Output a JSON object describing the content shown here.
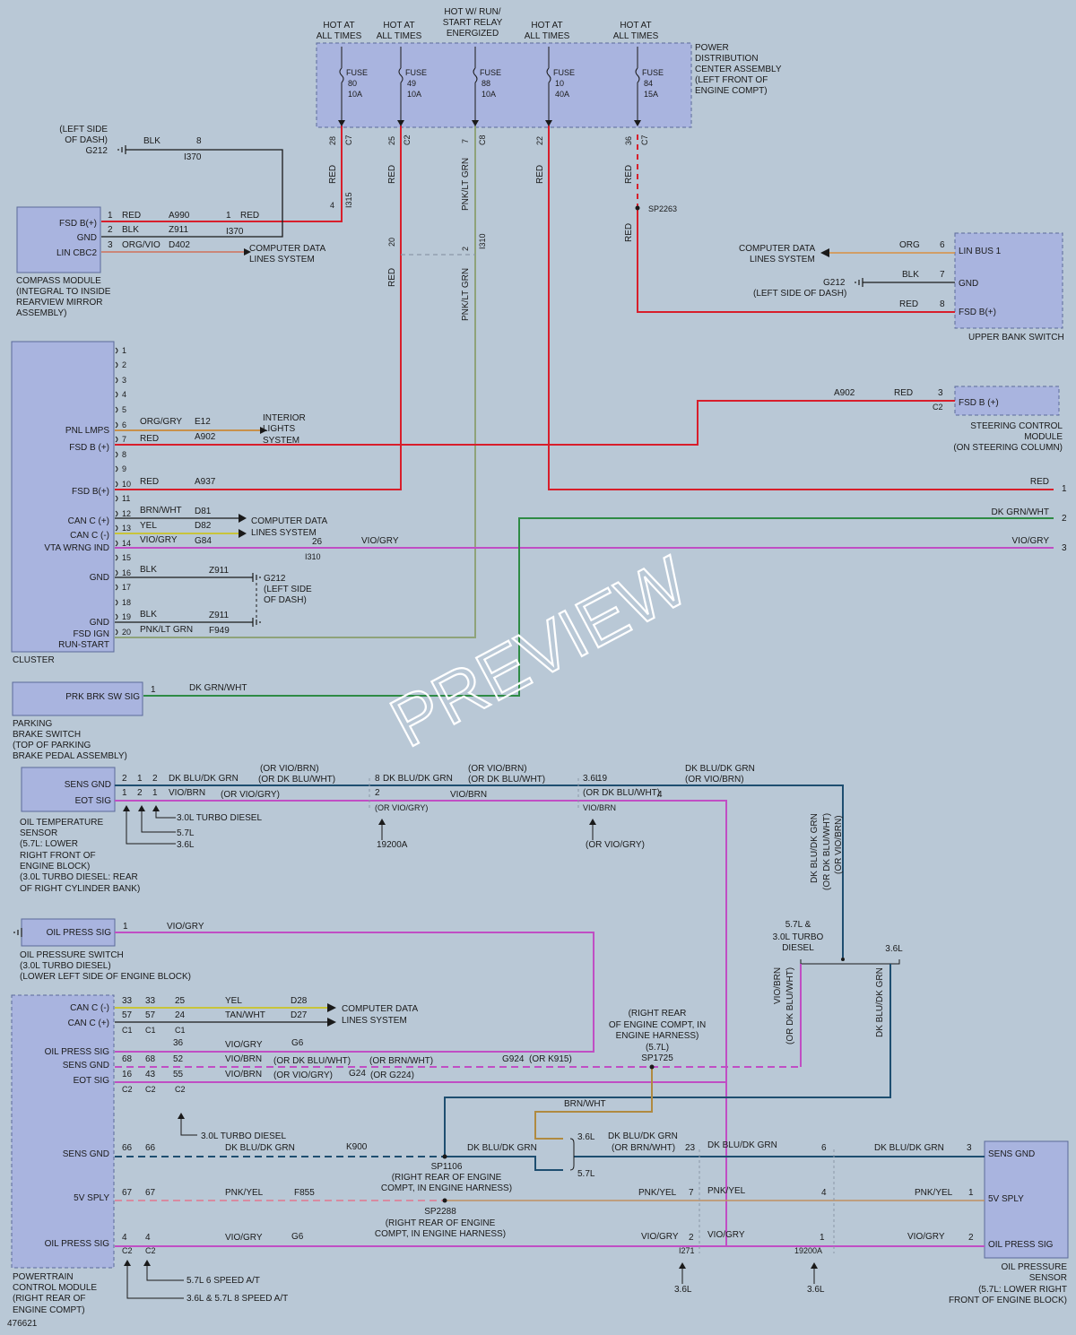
{
  "pdc": {
    "tops": [
      "HOT AT",
      "ALL TIMES",
      "HOT AT",
      "ALL TIMES",
      "HOT W/ RUN/",
      "START RELAY",
      "ENERGIZED",
      "HOT AT",
      "ALL TIMES",
      "HOT AT",
      "ALL TIMES"
    ],
    "fuses": [
      {
        "name": "FUSE",
        "num": "80",
        "amp": "10A"
      },
      {
        "name": "FUSE",
        "num": "49",
        "amp": "10A"
      },
      {
        "name": "FUSE",
        "num": "88",
        "amp": "10A"
      },
      {
        "name": "FUSE",
        "num": "10",
        "amp": "40A"
      },
      {
        "name": "FUSE",
        "num": "84",
        "amp": "15A"
      }
    ],
    "desc": [
      "POWER",
      "DISTRIBUTION",
      "CENTER ASSEMBLY",
      "(LEFT FRONT OF",
      "ENGINE COMPT)"
    ],
    "pins": [
      "28",
      "C7",
      "25",
      "C2",
      "7",
      "C8",
      "22",
      "36",
      "C7"
    ]
  },
  "compass": {
    "pins": [
      "FSD B(+)",
      "GND",
      "LIN CBC2"
    ],
    "desc": [
      "COMPASS MODULE",
      "(INTEGRAL TO INSIDE",
      "REARVIEW MIRROR",
      "ASSEMBLY)"
    ],
    "ground": [
      "(LEFT SIDE",
      "OF DASH)",
      "G212"
    ],
    "wires": [
      "BLK",
      "8",
      "I370",
      "1",
      "RED",
      "A990",
      "1",
      "RED",
      "I370",
      "2",
      "BLK",
      "Z911",
      "3",
      "ORG/VIO",
      "D402",
      "COMPUTER DATA",
      "LINES SYSTEM",
      "4",
      "I315"
    ]
  },
  "verticals": [
    "RED",
    "RED",
    "PNK/LT GRN",
    "RED",
    "RED",
    "RED",
    "SP2263",
    "20",
    "2",
    "I310",
    "RED",
    "PNK/LT GRN"
  ],
  "upper_bank": {
    "pins": [
      "LIN BUS 1",
      "GND",
      "FSD B(+)"
    ],
    "name": "UPPER BANK SWITCH",
    "wires": [
      "COMPUTER DATA",
      "LINES SYSTEM",
      "ORG",
      "6",
      "BLK",
      "7",
      "G212",
      "(LEFT SIDE OF DASH)",
      "RED",
      "8"
    ]
  },
  "steering": {
    "pin": "FSD B (+)",
    "desc": [
      "STEERING CONTROL",
      "MODULE",
      "(ON STEERING COLUMN)"
    ],
    "wires": [
      "A902",
      "RED",
      "3",
      "C2"
    ]
  },
  "cluster": {
    "name": "CLUSTER",
    "numbers": [
      "1",
      "2",
      "3",
      "4",
      "5",
      "6",
      "7",
      "8",
      "9",
      "10",
      "11",
      "12",
      "13",
      "14",
      "15",
      "16",
      "17",
      "18",
      "19",
      "20"
    ],
    "labels": [
      "PNL LMPS",
      "FSD B (+)",
      "FSD B(+)",
      "CAN C (+)",
      "CAN C (-)",
      "VTA WRNG IND",
      "GND",
      "GND",
      "FSD IGN",
      "RUN-START"
    ],
    "wires": [
      "ORG/GRY",
      "E12",
      "RED",
      "A902",
      "INTERIOR",
      "LIGHTS",
      "SYSTEM",
      "RED",
      "A937",
      "BRN/WHT",
      "D81",
      "YEL",
      "D82",
      "VIO/GRY",
      "G84",
      "COMPUTER DATA",
      "LINES SYSTEM",
      "26",
      "VIO/GRY",
      "I310",
      "BLK",
      "Z911",
      "G212",
      "(LEFT SIDE",
      "OF DASH)",
      "BLK",
      "Z911",
      "PNK/LT GRN",
      "F949"
    ]
  },
  "right_edge": [
    "RED",
    "1",
    "DK GRN/WHT",
    "2",
    "VIO/GRY",
    "3"
  ],
  "park": {
    "pin": "PRK BRK SW SIG",
    "desc": [
      "PARKING",
      "BRAKE SWITCH",
      "(TOP OF PARKING",
      "BRAKE PEDAL ASSEMBLY)"
    ],
    "wires": [
      "1",
      "DK GRN/WHT"
    ]
  },
  "oiltemp": {
    "pins": [
      "SENS GND",
      "EOT SIG"
    ],
    "desc": [
      "OIL TEMPERATURE",
      "SENSOR",
      "(5.7L: LOWER",
      "RIGHT FRONT OF",
      "ENGINE BLOCK)",
      "(3.0L TURBO DIESEL: REAR",
      "OF RIGHT CYLINDER BANK)"
    ],
    "wires": [
      "2",
      "1",
      "2",
      "DK BLU/DK GRN",
      "(OR VIO/BRN)",
      "(OR DK BLU/WHT)",
      "1",
      "2",
      "1",
      "VIO/BRN",
      "(OR VIO/GRY)",
      "3.0L TURBO DIESEL",
      "5.7L",
      "3.6L",
      "8",
      "DK BLU/DK GRN",
      "(OR VIO/BRN)",
      "(OR DK BLU/WHT)",
      "2",
      "VIO/BRN",
      "(OR VIO/GRY)",
      "19200A",
      "3.6L",
      "19",
      "DK BLU/DK GRN",
      "(OR VIO/BRN)",
      "(OR DK BLU/WHT)",
      "4",
      "VIO/BRN",
      "(OR VIO/GRY)",
      "I271",
      "3.6L"
    ]
  },
  "right_vert": [
    "DK BLU/DK GRN",
    "(OR DK BLU/WHT)",
    "(OR VIO/BRN)",
    "5.7L &",
    "3.0L TURBO",
    "DIESEL",
    "3.6L",
    "VIO/BRN",
    "(OR DK BLU/WHT)",
    "DK BLU/DK GRN"
  ],
  "oilpress_sw": {
    "pin": "OIL PRESS SIG",
    "desc": [
      "OIL PRESSURE SWITCH",
      "(3.0L TURBO DIESEL)",
      "(LOWER LEFT SIDE OF ENGINE BLOCK)"
    ],
    "wires": [
      "1",
      "VIO/GRY"
    ]
  },
  "pcm": {
    "labels": [
      "CAN C (-)",
      "CAN C (+)",
      "OIL PRESS SIG",
      "SENS GND",
      "EOT SIG",
      "SENS GND",
      "5V SPLY",
      "OIL PRESS SIG"
    ],
    "desc": [
      "POWERTRAIN",
      "CONTROL MODULE",
      "(RIGHT REAR OF",
      "ENGINE COMPT)"
    ],
    "docid": "476621",
    "wires": [
      "33",
      "33",
      "25",
      "YEL",
      "D28",
      "57",
      "57",
      "24",
      "TAN/WHT",
      "D27",
      "C1",
      "C1",
      "C1",
      "COMPUTER DATA",
      "LINES SYSTEM",
      "36",
      "VIO/GRY",
      "G6",
      "68",
      "68",
      "52",
      "VIO/BRN",
      "(OR DK BLU/WHT)",
      "(OR BRN/WHT)",
      "G924",
      "(OR K915)",
      "16",
      "43",
      "55",
      "VIO/BRN",
      "(OR VIO/GRY)",
      "G24",
      "(OR G224)",
      "C2",
      "C2",
      "C2",
      "3.0L TURBO DIESEL",
      "66",
      "66",
      "DK BLU/DK GRN",
      "K900",
      "67",
      "67",
      "PNK/YEL",
      "F855",
      "4",
      "4",
      "VIO/GRY",
      "G6",
      "C2",
      "C2",
      "5.7L 6 SPEED A/T",
      "3.6L & 5.7L 8 SPEED A/T"
    ]
  },
  "splices": [
    "(RIGHT REAR",
    "OF ENGINE COMPT, IN",
    "ENGINE HARNESS)",
    "(5.7L)",
    "SP1725",
    "BRN/WHT",
    "3.6L",
    "5.7L",
    "DK BLU/DK GRN",
    "SP1106",
    "(RIGHT REAR OF ENGINE",
    "COMPT, IN ENGINE HARNESS)",
    "SP2288",
    "(RIGHT REAR OF ENGINE",
    "COMPT, IN ENGINE HARNESS)"
  ],
  "bottom_mid": [
    "DK BLU/DK GRN",
    "(OR BRN/WHT)",
    "23",
    "DK BLU/DK GRN",
    "6",
    "DK BLU/DK GRN",
    "3",
    "PNK/YEL",
    "7",
    "PNK/YEL",
    "4",
    "PNK/YEL",
    "1",
    "VIO/GRY",
    "2",
    "VIO/GRY",
    "1",
    "VIO/GRY",
    "2",
    "I271",
    "19200A",
    "3.6L",
    "3.6L"
  ],
  "ops": {
    "pins": [
      "SENS GND",
      "5V SPLY",
      "OIL PRESS SIG"
    ],
    "desc": [
      "OIL PRESSURE",
      "SENSOR",
      "(5.7L: LOWER RIGHT",
      "FRONT OF ENGINE BLOCK)"
    ]
  },
  "watermark": "PREVIEW",
  "colors": {
    "background": "#b9c8d6",
    "box": "#a9b4df",
    "red": "#d81e2b",
    "pink": "#c04ec4",
    "green": "#2e8b45",
    "darkblue": "#1e4e70",
    "pnkltgrn": "#8fa37a",
    "orgvio": "#d0705a",
    "black": "#1a1a1a"
  }
}
